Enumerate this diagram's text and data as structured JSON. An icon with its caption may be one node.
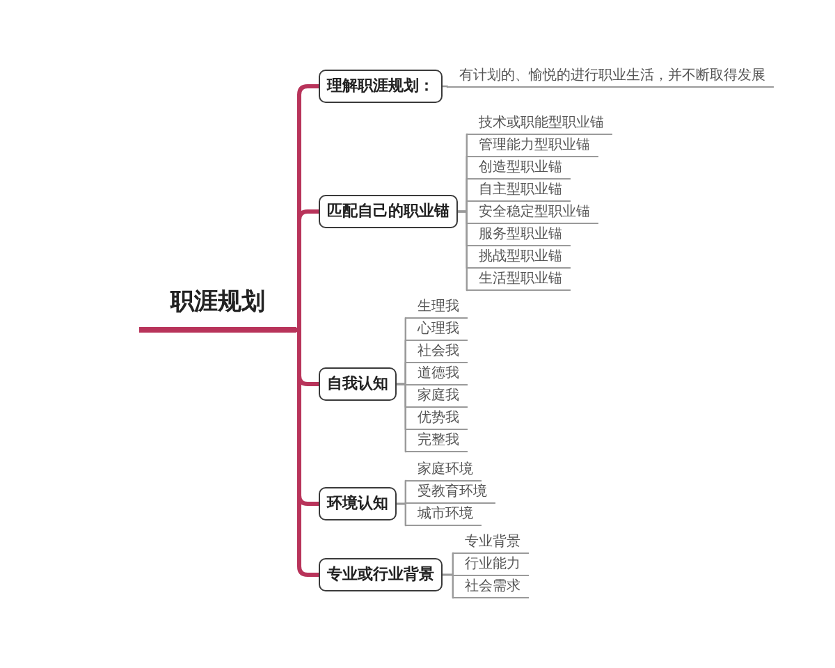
{
  "diagram": {
    "nodes": [
      {
        "text": [
          "职涯规划"
        ]
      },
      {
        "text": [
          "理解职涯规划："
        ]
      },
      {
        "text": [
          "有计划的、愉悦的进行职业生活，并不断取得发展"
        ]
      },
      {
        "text": [
          "匹配自己的职业锚"
        ]
      },
      {
        "text": [
          "技术或职能型职业锚"
        ]
      },
      {
        "text": [
          "管理能力型职业锚"
        ]
      },
      {
        "text": [
          "创造型职业锚"
        ]
      },
      {
        "text": [
          "自主型职业锚"
        ]
      },
      {
        "text": [
          "安全稳定型职业锚"
        ]
      },
      {
        "text": [
          "服务型职业锚"
        ]
      },
      {
        "text": [
          "挑战型职业锚"
        ]
      },
      {
        "text": [
          "生活型职业锚"
        ]
      },
      {
        "text": [
          "自我认知"
        ]
      },
      {
        "text": [
          "生理我"
        ]
      },
      {
        "text": [
          "心理我"
        ]
      },
      {
        "text": [
          "社会我"
        ]
      },
      {
        "text": [
          "道德我"
        ]
      },
      {
        "text": [
          "家庭我"
        ]
      },
      {
        "text": [
          "优势我"
        ]
      },
      {
        "text": [
          "完整我"
        ]
      },
      {
        "text": [
          "环境认知"
        ]
      },
      {
        "text": [
          "家庭环境"
        ]
      },
      {
        "text": [
          "受教育环境"
        ]
      },
      {
        "text": [
          "城市环境"
        ]
      },
      {
        "text": [
          "专业或行业背景"
        ]
      },
      {
        "text": [
          "专业背景"
        ]
      },
      {
        "text": [
          "行业能力"
        ]
      },
      {
        "text": [
          "社会需求"
        ]
      }
    ],
    "edges": [
      {
        "from": 0,
        "to": 1,
        "arrow": "none",
        "style": "thick",
        "color": "#b8335a"
      },
      {
        "from": 1,
        "to": 2,
        "arrow": "none"
      },
      {
        "from": 0,
        "to": 3,
        "arrow": "none",
        "style": "thick",
        "color": "#b8335a"
      },
      {
        "from": 3,
        "to": 4,
        "arrow": "none"
      },
      {
        "from": 3,
        "to": 5,
        "arrow": "none"
      },
      {
        "from": 3,
        "to": 6,
        "arrow": "none"
      },
      {
        "from": 3,
        "to": 7,
        "arrow": "none"
      },
      {
        "from": 3,
        "to": 8,
        "arrow": "none"
      },
      {
        "from": 3,
        "to": 9,
        "arrow": "none"
      },
      {
        "from": 3,
        "to": 10,
        "arrow": "none"
      },
      {
        "from": 3,
        "to": 11,
        "arrow": "none"
      },
      {
        "from": 0,
        "to": 12,
        "arrow": "none",
        "style": "thick",
        "color": "#b8335a"
      },
      {
        "from": 12,
        "to": 13,
        "arrow": "none"
      },
      {
        "from": 12,
        "to": 14,
        "arrow": "none"
      },
      {
        "from": 12,
        "to": 15,
        "arrow": "none"
      },
      {
        "from": 12,
        "to": 16,
        "arrow": "none"
      },
      {
        "from": 12,
        "to": 17,
        "arrow": "none"
      },
      {
        "from": 12,
        "to": 18,
        "arrow": "none"
      },
      {
        "from": 12,
        "to": 19,
        "arrow": "none"
      },
      {
        "from": 0,
        "to": 20,
        "arrow": "none",
        "style": "thick",
        "color": "#b8335a"
      },
      {
        "from": 20,
        "to": 21,
        "arrow": "none"
      },
      {
        "from": 20,
        "to": 22,
        "arrow": "none"
      },
      {
        "from": 20,
        "to": 23,
        "arrow": "none"
      },
      {
        "from": 0,
        "to": 24,
        "arrow": "none",
        "style": "thick",
        "color": "#b8335a"
      },
      {
        "from": 24,
        "to": 25,
        "arrow": "none"
      },
      {
        "from": 24,
        "to": 26,
        "arrow": "none"
      },
      {
        "from": 24,
        "to": 27,
        "arrow": "none"
      }
    ]
  }
}
